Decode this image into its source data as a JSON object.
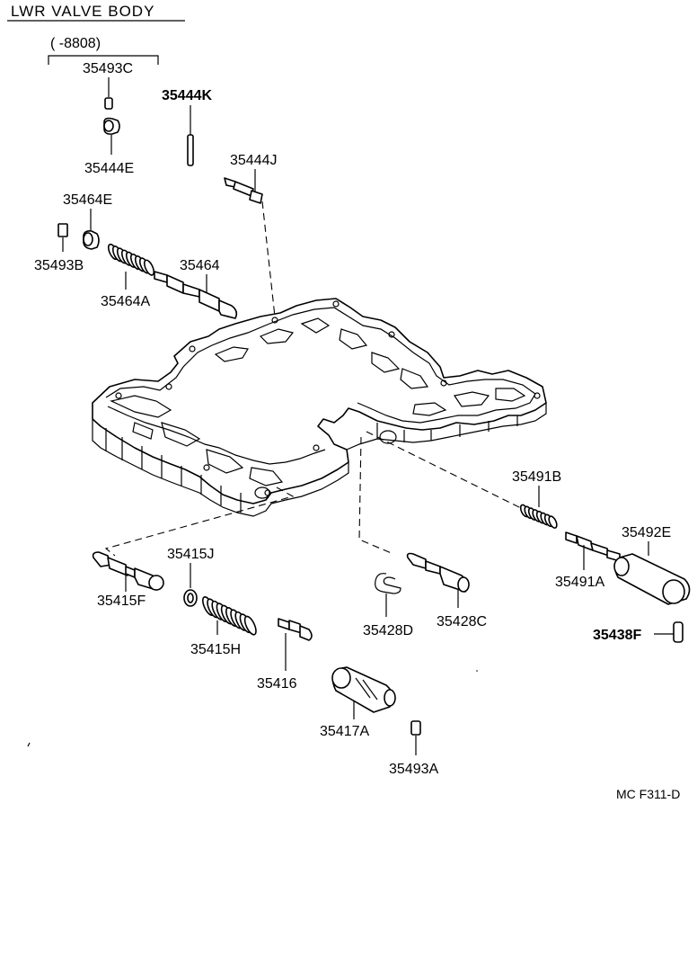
{
  "title": "LWR VALVE BODY",
  "date_range": "(       -8808)",
  "reference": "MC F311-D",
  "parts": [
    {
      "id": "p35493C",
      "label": "35493C",
      "bold": false
    },
    {
      "id": "p35444E",
      "label": "35444E",
      "bold": false
    },
    {
      "id": "p35444K",
      "label": "35444K",
      "bold": true
    },
    {
      "id": "p35444J",
      "label": "35444J",
      "bold": false
    },
    {
      "id": "p35464E",
      "label": "35464E",
      "bold": false
    },
    {
      "id": "p35493B",
      "label": "35493B",
      "bold": false
    },
    {
      "id": "p35464",
      "label": "35464",
      "bold": false
    },
    {
      "id": "p35464A",
      "label": "35464A",
      "bold": false
    },
    {
      "id": "p35491B",
      "label": "35491B",
      "bold": false
    },
    {
      "id": "p35492E",
      "label": "35492E",
      "bold": false
    },
    {
      "id": "p35491A",
      "label": "35491A",
      "bold": false
    },
    {
      "id": "p35438F",
      "label": "35438F",
      "bold": true
    },
    {
      "id": "p35415J",
      "label": "35415J",
      "bold": false
    },
    {
      "id": "p35415F",
      "label": "35415F",
      "bold": false
    },
    {
      "id": "p35415H",
      "label": "35415H",
      "bold": false
    },
    {
      "id": "p35416",
      "label": "35416",
      "bold": false
    },
    {
      "id": "p35428D",
      "label": "35428D",
      "bold": false
    },
    {
      "id": "p35428C",
      "label": "35428C",
      "bold": false
    },
    {
      "id": "p35417A",
      "label": "35417A",
      "bold": false
    },
    {
      "id": "p35493A",
      "label": "35493A",
      "bold": false
    }
  ]
}
